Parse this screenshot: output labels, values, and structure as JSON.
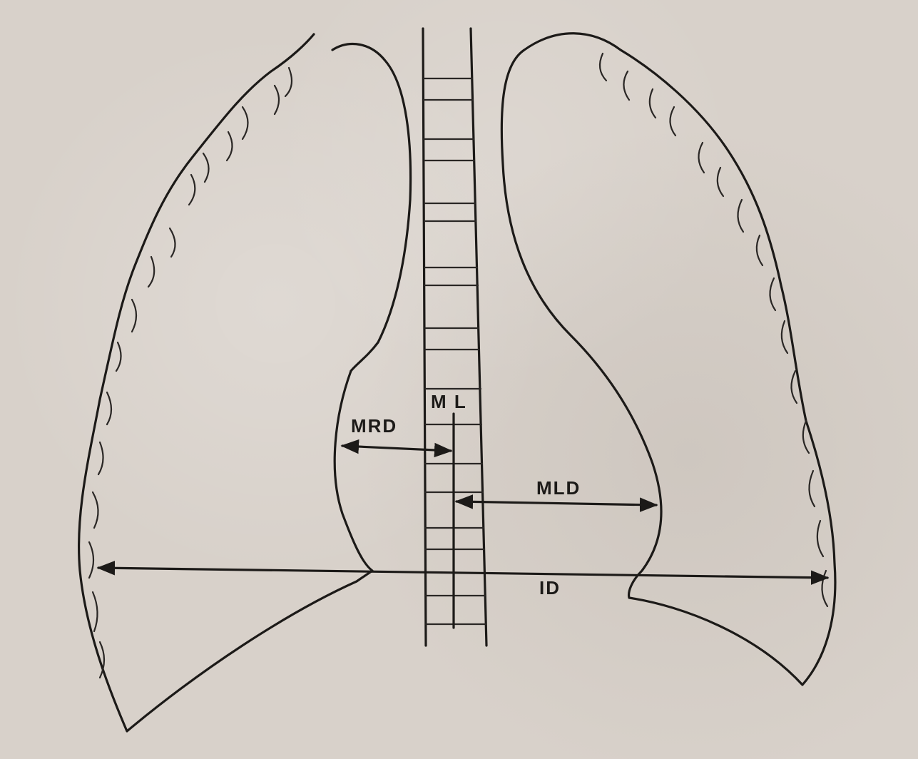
{
  "diagram": {
    "labels": {
      "ml": "M L",
      "mrd": "MRD",
      "mld": "MLD",
      "id": "ID"
    }
  },
  "colors": {
    "background": "#d8d1ca",
    "ink": "#1c1a18"
  }
}
